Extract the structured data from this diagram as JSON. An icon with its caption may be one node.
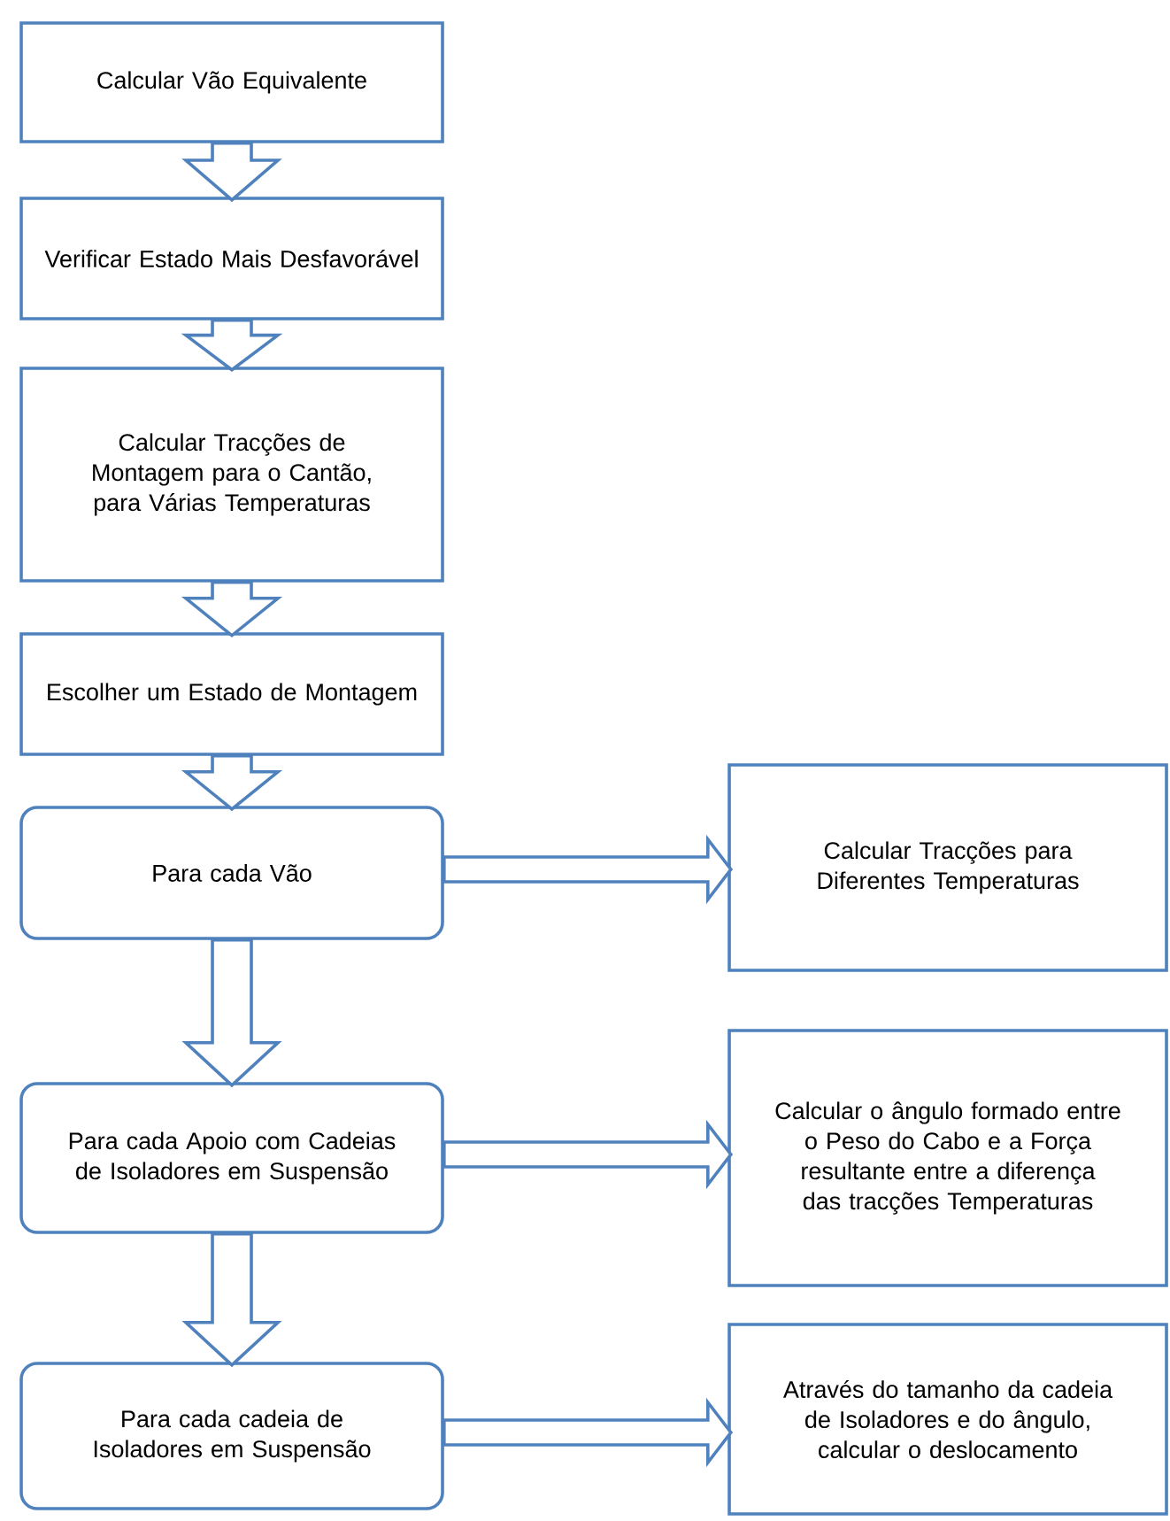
{
  "diagram": {
    "nodes": [
      {
        "text": [
          "Calcular Vão Equivalente"
        ]
      },
      {
        "text": [
          "Verificar Estado Mais Desfavorável"
        ]
      },
      {
        "text": [
          "Calcular Tracções de Montagem para o Cantão, para Várias Temperaturas"
        ]
      },
      {
        "text": [
          "Escolher um Estado de Montagem"
        ]
      },
      {
        "text": [
          "Para cada Vão"
        ]
      },
      {
        "text": [
          "Calcular Tracções para Diferentes Temperaturas"
        ]
      },
      {
        "text": [
          "Para cada Apoio com Cadeias de Isoladores em Suspensão"
        ]
      },
      {
        "text": [
          "Calcular o ângulo formado entre o Peso do Cabo e a Força resultante entre a diferença das tracções Temperaturas"
        ]
      },
      {
        "text": [
          "Para cada cadeia de Isoladores em Suspensão"
        ]
      },
      {
        "text": [
          "Através do tamanho da cadeia de Isoladores e do ângulo, calcular o deslocamento"
        ]
      }
    ],
    "edges": [
      {
        "from": 0,
        "to": 1,
        "arrow": "to"
      },
      {
        "from": 1,
        "to": 2,
        "arrow": "to"
      },
      {
        "from": 2,
        "to": 3,
        "arrow": "to"
      },
      {
        "from": 3,
        "to": 4,
        "arrow": "to"
      },
      {
        "from": 4,
        "to": 5,
        "arrow": "to"
      },
      {
        "from": 4,
        "to": 6,
        "arrow": "to"
      },
      {
        "from": 6,
        "to": 7,
        "arrow": "to"
      },
      {
        "from": 6,
        "to": 8,
        "arrow": "to"
      },
      {
        "from": 8,
        "to": 9,
        "arrow": "to"
      }
    ]
  }
}
